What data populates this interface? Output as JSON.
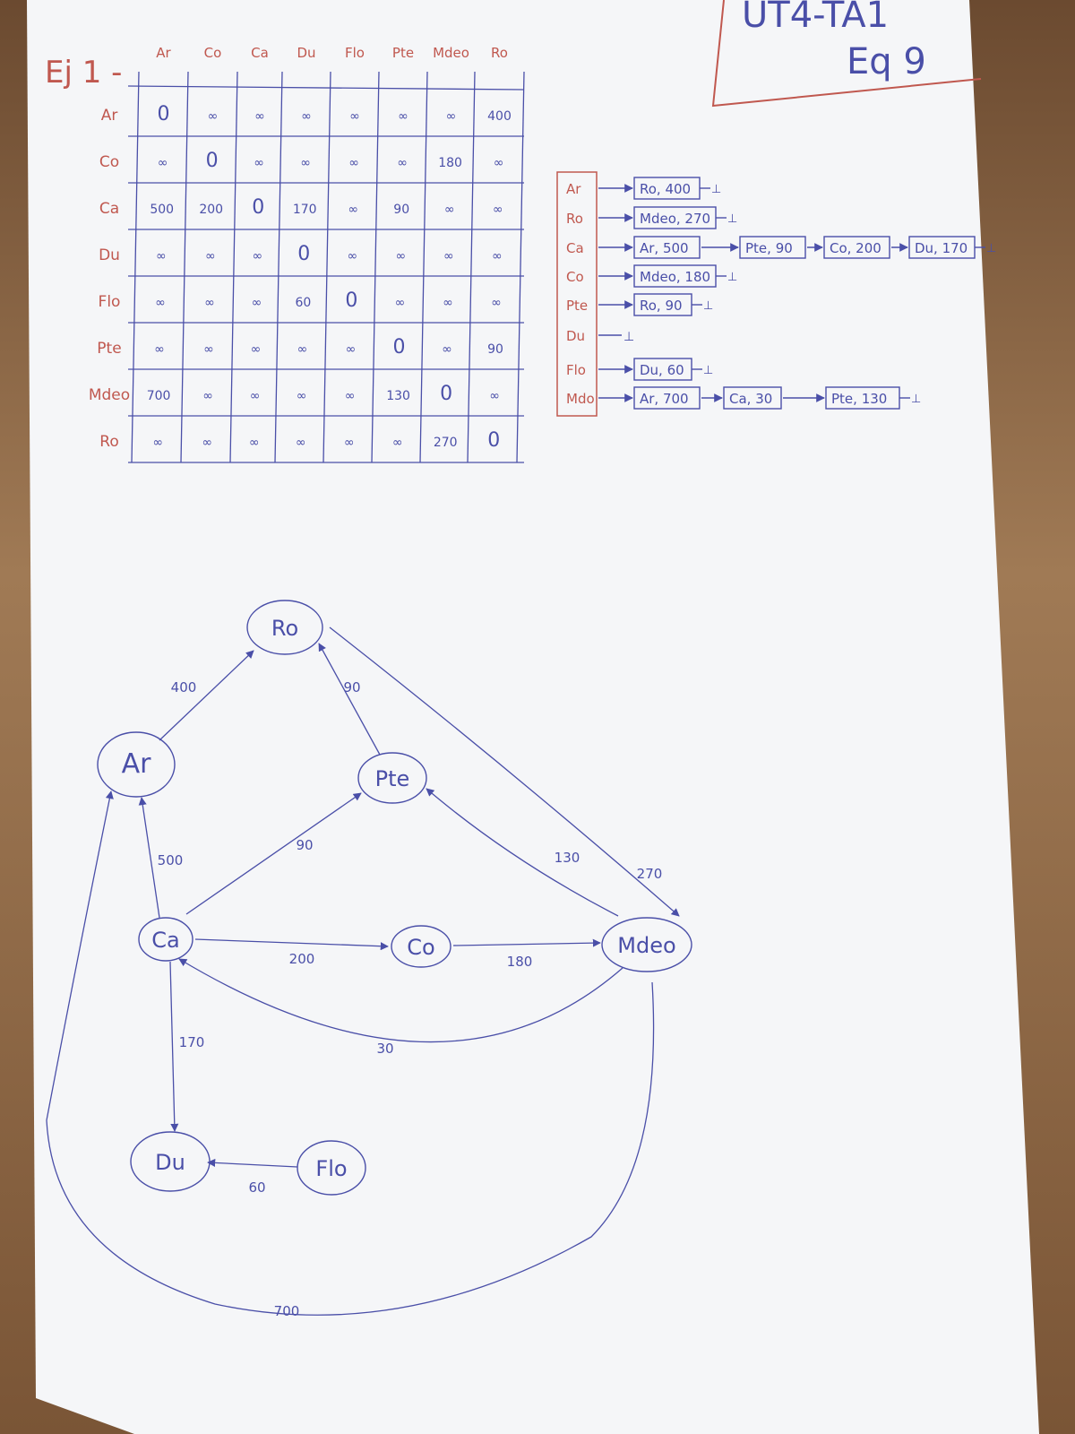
{
  "header": {
    "exercise_label": "Ej 1 -",
    "title": "UT4-TA1",
    "team": "Eq 9"
  },
  "matrix": {
    "col_headers": [
      "Ar",
      "Co",
      "Ca",
      "Du",
      "Flo",
      "Pte",
      "Mdeo",
      "Ro"
    ],
    "row_headers": [
      "Ar",
      "Co",
      "Ca",
      "Du",
      "Flo",
      "Pte",
      "Mdeo",
      "Ro"
    ],
    "rows": [
      [
        "0",
        "∞",
        "∞",
        "∞",
        "∞",
        "∞",
        "∞",
        "400"
      ],
      [
        "∞",
        "0",
        "∞",
        "∞",
        "∞",
        "∞",
        "180",
        "∞"
      ],
      [
        "500",
        "200",
        "0",
        "170",
        "∞",
        "90",
        "∞",
        "∞"
      ],
      [
        "∞",
        "∞",
        "∞",
        "0",
        "∞",
        "∞",
        "∞",
        "∞"
      ],
      [
        "∞",
        "∞",
        "∞",
        "60",
        "0",
        "∞",
        "∞",
        "∞"
      ],
      [
        "∞",
        "∞",
        "∞",
        "∞",
        "∞",
        "0",
        "∞",
        "90"
      ],
      [
        "700",
        "∞",
        "∞",
        "∞",
        "∞",
        "130",
        "0",
        "∞"
      ],
      [
        "∞",
        "∞",
        "∞",
        "∞",
        "∞",
        "∞",
        "270",
        "0"
      ]
    ]
  },
  "adjacency_list": {
    "terminator": "⊥",
    "rows": [
      {
        "vertex": "Ar",
        "nodes": [
          "Ro, 400"
        ]
      },
      {
        "vertex": "Ro",
        "nodes": [
          "Mdeo, 270"
        ]
      },
      {
        "vertex": "Ca",
        "nodes": [
          "Ar, 500",
          "Pte, 90",
          "Co, 200",
          "Du, 170"
        ]
      },
      {
        "vertex": "Co",
        "nodes": [
          "Mdeo, 180"
        ]
      },
      {
        "vertex": "Pte",
        "nodes": [
          "Ro, 90"
        ]
      },
      {
        "vertex": "Du",
        "nodes": []
      },
      {
        "vertex": "Flo",
        "nodes": [
          "Du, 60"
        ]
      },
      {
        "vertex": "Mdo",
        "nodes": [
          "Ar, 700",
          "Ca, 30",
          "Pte, 130"
        ]
      }
    ]
  },
  "graph": {
    "nodes": [
      {
        "id": "Ro",
        "label": "Ro"
      },
      {
        "id": "Ar",
        "label": "Ar"
      },
      {
        "id": "Pte",
        "label": "Pte"
      },
      {
        "id": "Ca",
        "label": "Ca"
      },
      {
        "id": "Co",
        "label": "Co"
      },
      {
        "id": "Mdeo",
        "label": "Mdeo"
      },
      {
        "id": "Du",
        "label": "Du"
      },
      {
        "id": "Flo",
        "label": "Flo"
      }
    ],
    "edges": [
      {
        "from": "Ar",
        "to": "Ro",
        "weight": "400"
      },
      {
        "from": "Pte",
        "to": "Ro",
        "weight": "90"
      },
      {
        "from": "Ro",
        "to": "Mdeo",
        "weight": "270"
      },
      {
        "from": "Ca",
        "to": "Ar",
        "weight": "500"
      },
      {
        "from": "Ca",
        "to": "Pte",
        "weight": "90"
      },
      {
        "from": "Mdeo",
        "to": "Pte",
        "weight": "130"
      },
      {
        "from": "Ca",
        "to": "Co",
        "weight": "200"
      },
      {
        "from": "Co",
        "to": "Mdeo",
        "weight": "180"
      },
      {
        "from": "Mdeo",
        "to": "Ca",
        "weight": "30"
      },
      {
        "from": "Ca",
        "to": "Du",
        "weight": "170"
      },
      {
        "from": "Flo",
        "to": "Du",
        "weight": "60"
      },
      {
        "from": "Mdeo",
        "to": "Ar",
        "weight": "700"
      }
    ]
  },
  "colors": {
    "ink_blue": "#4a4fa8",
    "ink_red": "#c0584f",
    "paper": "#f7f7f9"
  }
}
